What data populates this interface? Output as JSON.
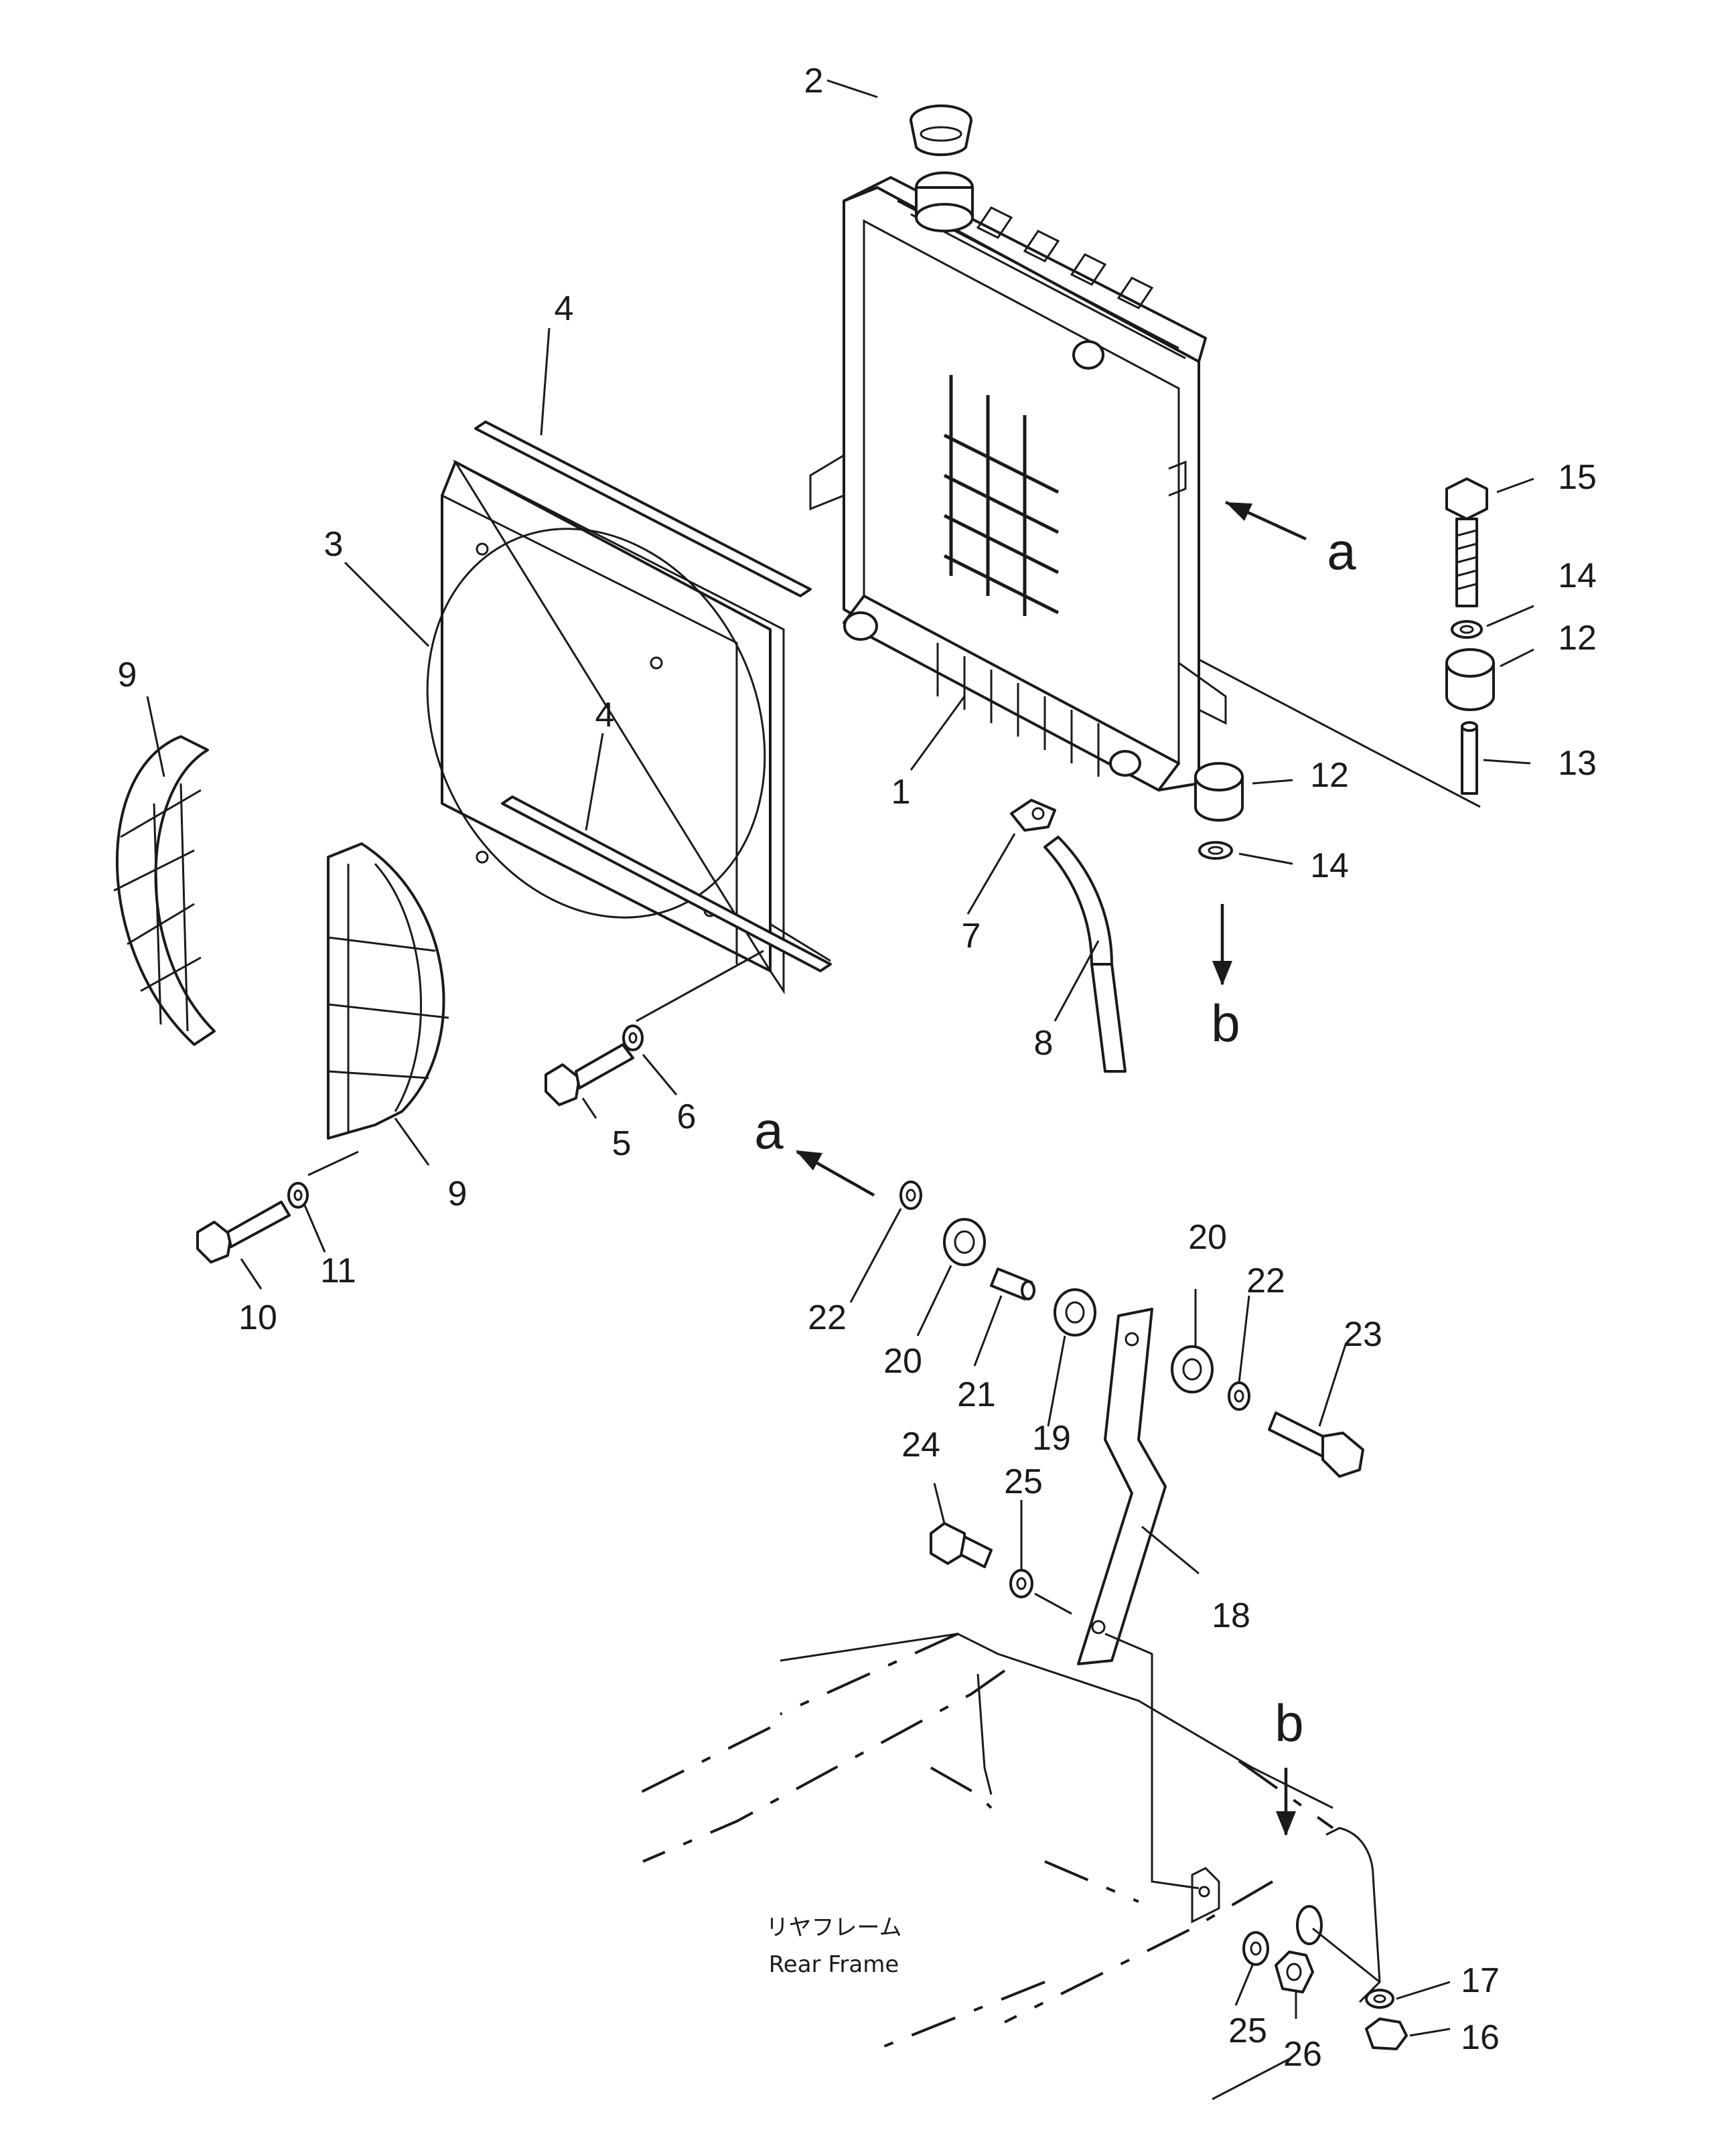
{
  "callouts": {
    "c1": "1",
    "c2": "2",
    "c3": "3",
    "c4a": "4",
    "c4b": "4",
    "c5": "5",
    "c6": "6",
    "c7": "7",
    "c8": "8",
    "c9a": "9",
    "c9b": "9",
    "c10": "10",
    "c11": "11",
    "c12a": "12",
    "c12b": "12",
    "c13": "13",
    "c14a": "14",
    "c14b": "14",
    "c15": "15",
    "c16": "16",
    "c17": "17",
    "c18": "18",
    "c19": "19",
    "c20a": "20",
    "c20b": "20",
    "c21": "21",
    "c22a": "22",
    "c22b": "22",
    "c23": "23",
    "c24": "24",
    "c25a": "25",
    "c25b": "25",
    "c26": "26"
  },
  "view_markers": {
    "a1": "a",
    "a2": "a",
    "b1": "b",
    "b2": "b"
  },
  "frame_label": {
    "jp": "リヤフレーム",
    "en": "Rear Frame"
  }
}
